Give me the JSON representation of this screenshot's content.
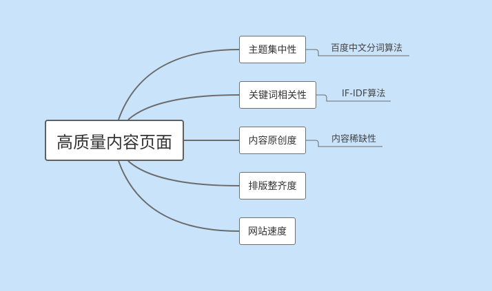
{
  "root": {
    "label": "高质量内容页面"
  },
  "branches": [
    {
      "label": "主题集中性",
      "leaf": "百度中文分词算法"
    },
    {
      "label": "关键词相关性",
      "leaf": "IF-IDF算法"
    },
    {
      "label": "内容原创度",
      "leaf": "内容稀缺性"
    },
    {
      "label": "排版整齐度"
    },
    {
      "label": "网站速度"
    }
  ],
  "colors": {
    "background": "#c9e3fb",
    "link": "#6b6b6b",
    "node_fill": "#ffffff",
    "node_border": "#6f6f6f"
  }
}
